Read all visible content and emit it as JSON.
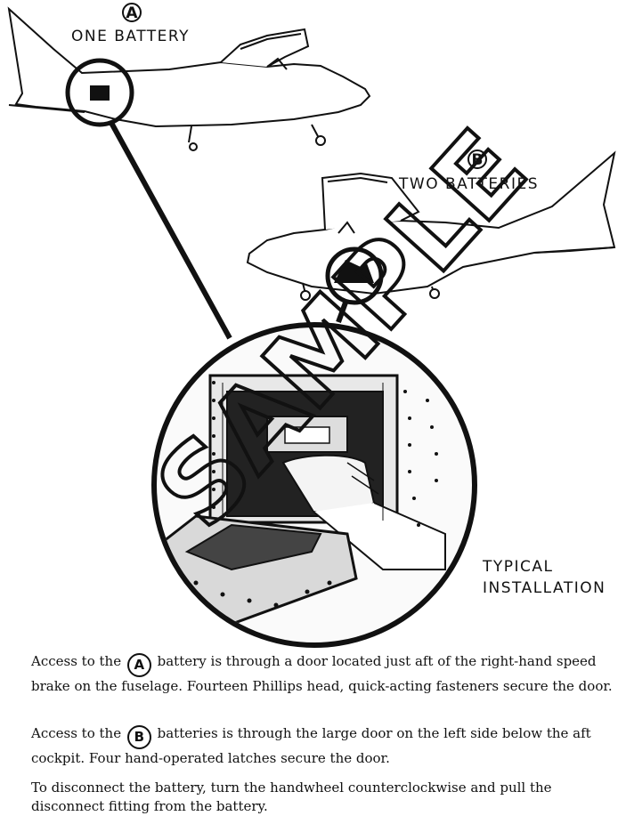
{
  "callout_a": {
    "letter": "A",
    "label": "ONE BATTERY"
  },
  "callout_b": {
    "letter": "B",
    "label": "TWO BATTERIES"
  },
  "detail_label_line1": "TYPICAL",
  "detail_label_line2": "INSTALLATION",
  "watermark": "SAMPLE",
  "paragraphs": {
    "p1_prefix": "Access to the",
    "p1_letter": "A",
    "p1_text": "battery is through a door located just aft of the right-hand speed brake on the fuselage.  Fourteen Phillips head, quick-acting fasteners secure the door.",
    "p2_prefix": "Access to the",
    "p2_letter": "B",
    "p2_text": "batteries is through the large door on the left side below the aft cockpit.  Four hand-operated latches secure the door.",
    "p3_text": "To disconnect the battery, turn the handwheel counterclockwise and pull the disconnect fitting from the battery."
  }
}
